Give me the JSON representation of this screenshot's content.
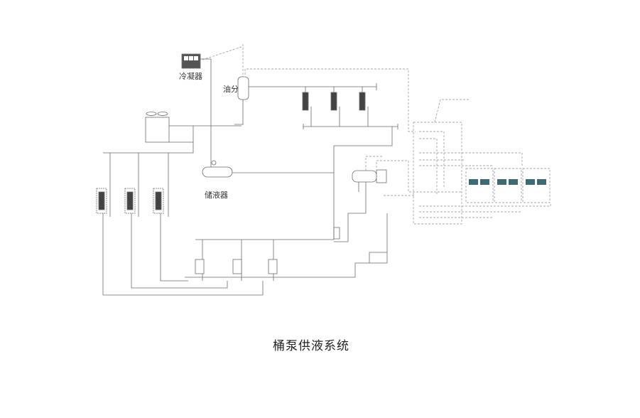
{
  "diagram": {
    "title": "桶泵供液系统",
    "labels": {
      "condenser": "冷凝器",
      "oil_separator": "油分",
      "receiver": "储液器"
    },
    "colors": {
      "line": "#6b6b6b",
      "dashed": "#8a8a8a",
      "display_panel": "#3f6a72"
    }
  }
}
